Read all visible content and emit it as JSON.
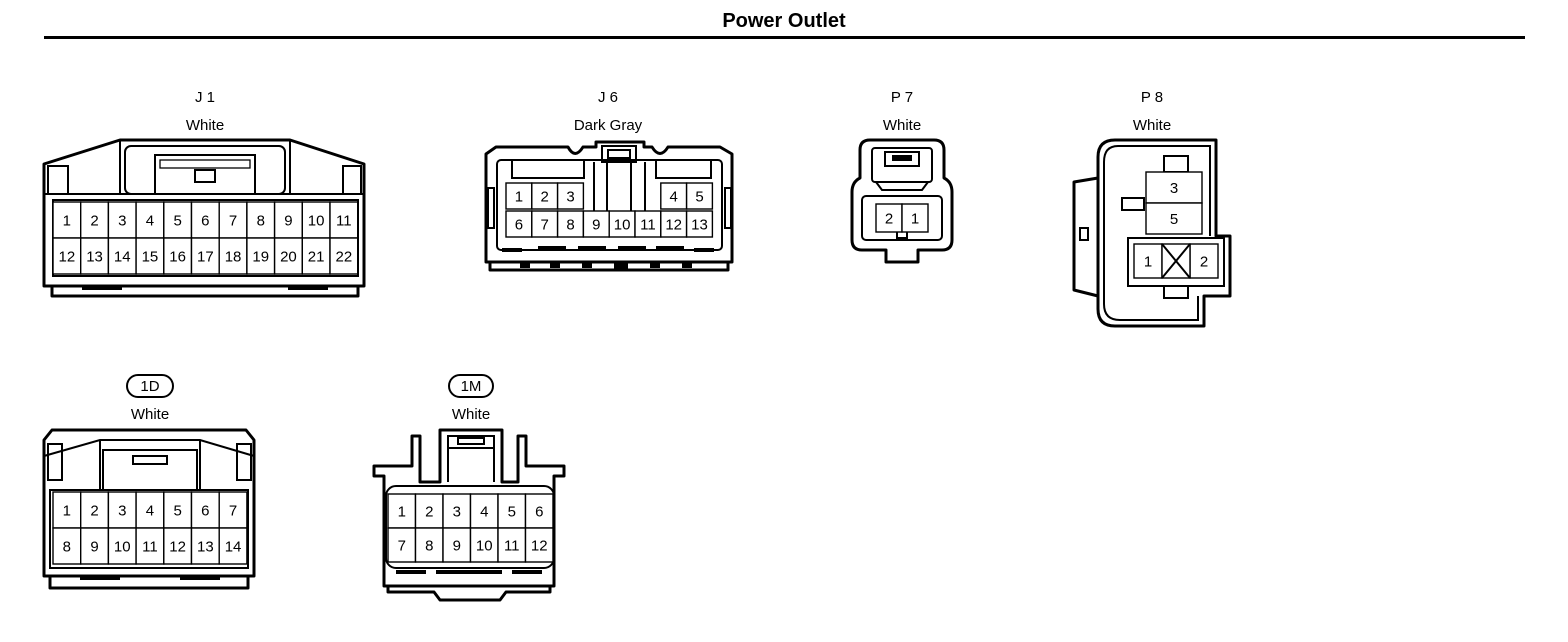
{
  "page": {
    "title": "Power Outlet"
  },
  "connectors": {
    "j1": {
      "id": "J 1",
      "color": "White",
      "pins": [
        "1",
        "2",
        "3",
        "4",
        "5",
        "6",
        "7",
        "8",
        "9",
        "10",
        "11",
        "12",
        "13",
        "14",
        "15",
        "16",
        "17",
        "18",
        "19",
        "20",
        "21",
        "22"
      ]
    },
    "j6": {
      "id": "J 6",
      "color": "Dark Gray",
      "pins": [
        "1",
        "2",
        "3",
        "4",
        "5",
        "6",
        "7",
        "8",
        "9",
        "10",
        "11",
        "12",
        "13"
      ]
    },
    "p7": {
      "id": "P 7",
      "color": "White",
      "pins": [
        "2",
        "1"
      ]
    },
    "p8": {
      "id": "P 8",
      "color": "White",
      "pins": [
        "3",
        "5",
        "1",
        "2"
      ]
    },
    "c1d": {
      "id": "1D",
      "color": "White",
      "pins": [
        "1",
        "2",
        "3",
        "4",
        "5",
        "6",
        "7",
        "8",
        "9",
        "10",
        "11",
        "12",
        "13",
        "14"
      ]
    },
    "c1m": {
      "id": "1M",
      "color": "White",
      "pins": [
        "1",
        "2",
        "3",
        "4",
        "5",
        "6",
        "7",
        "8",
        "9",
        "10",
        "11",
        "12"
      ]
    }
  }
}
